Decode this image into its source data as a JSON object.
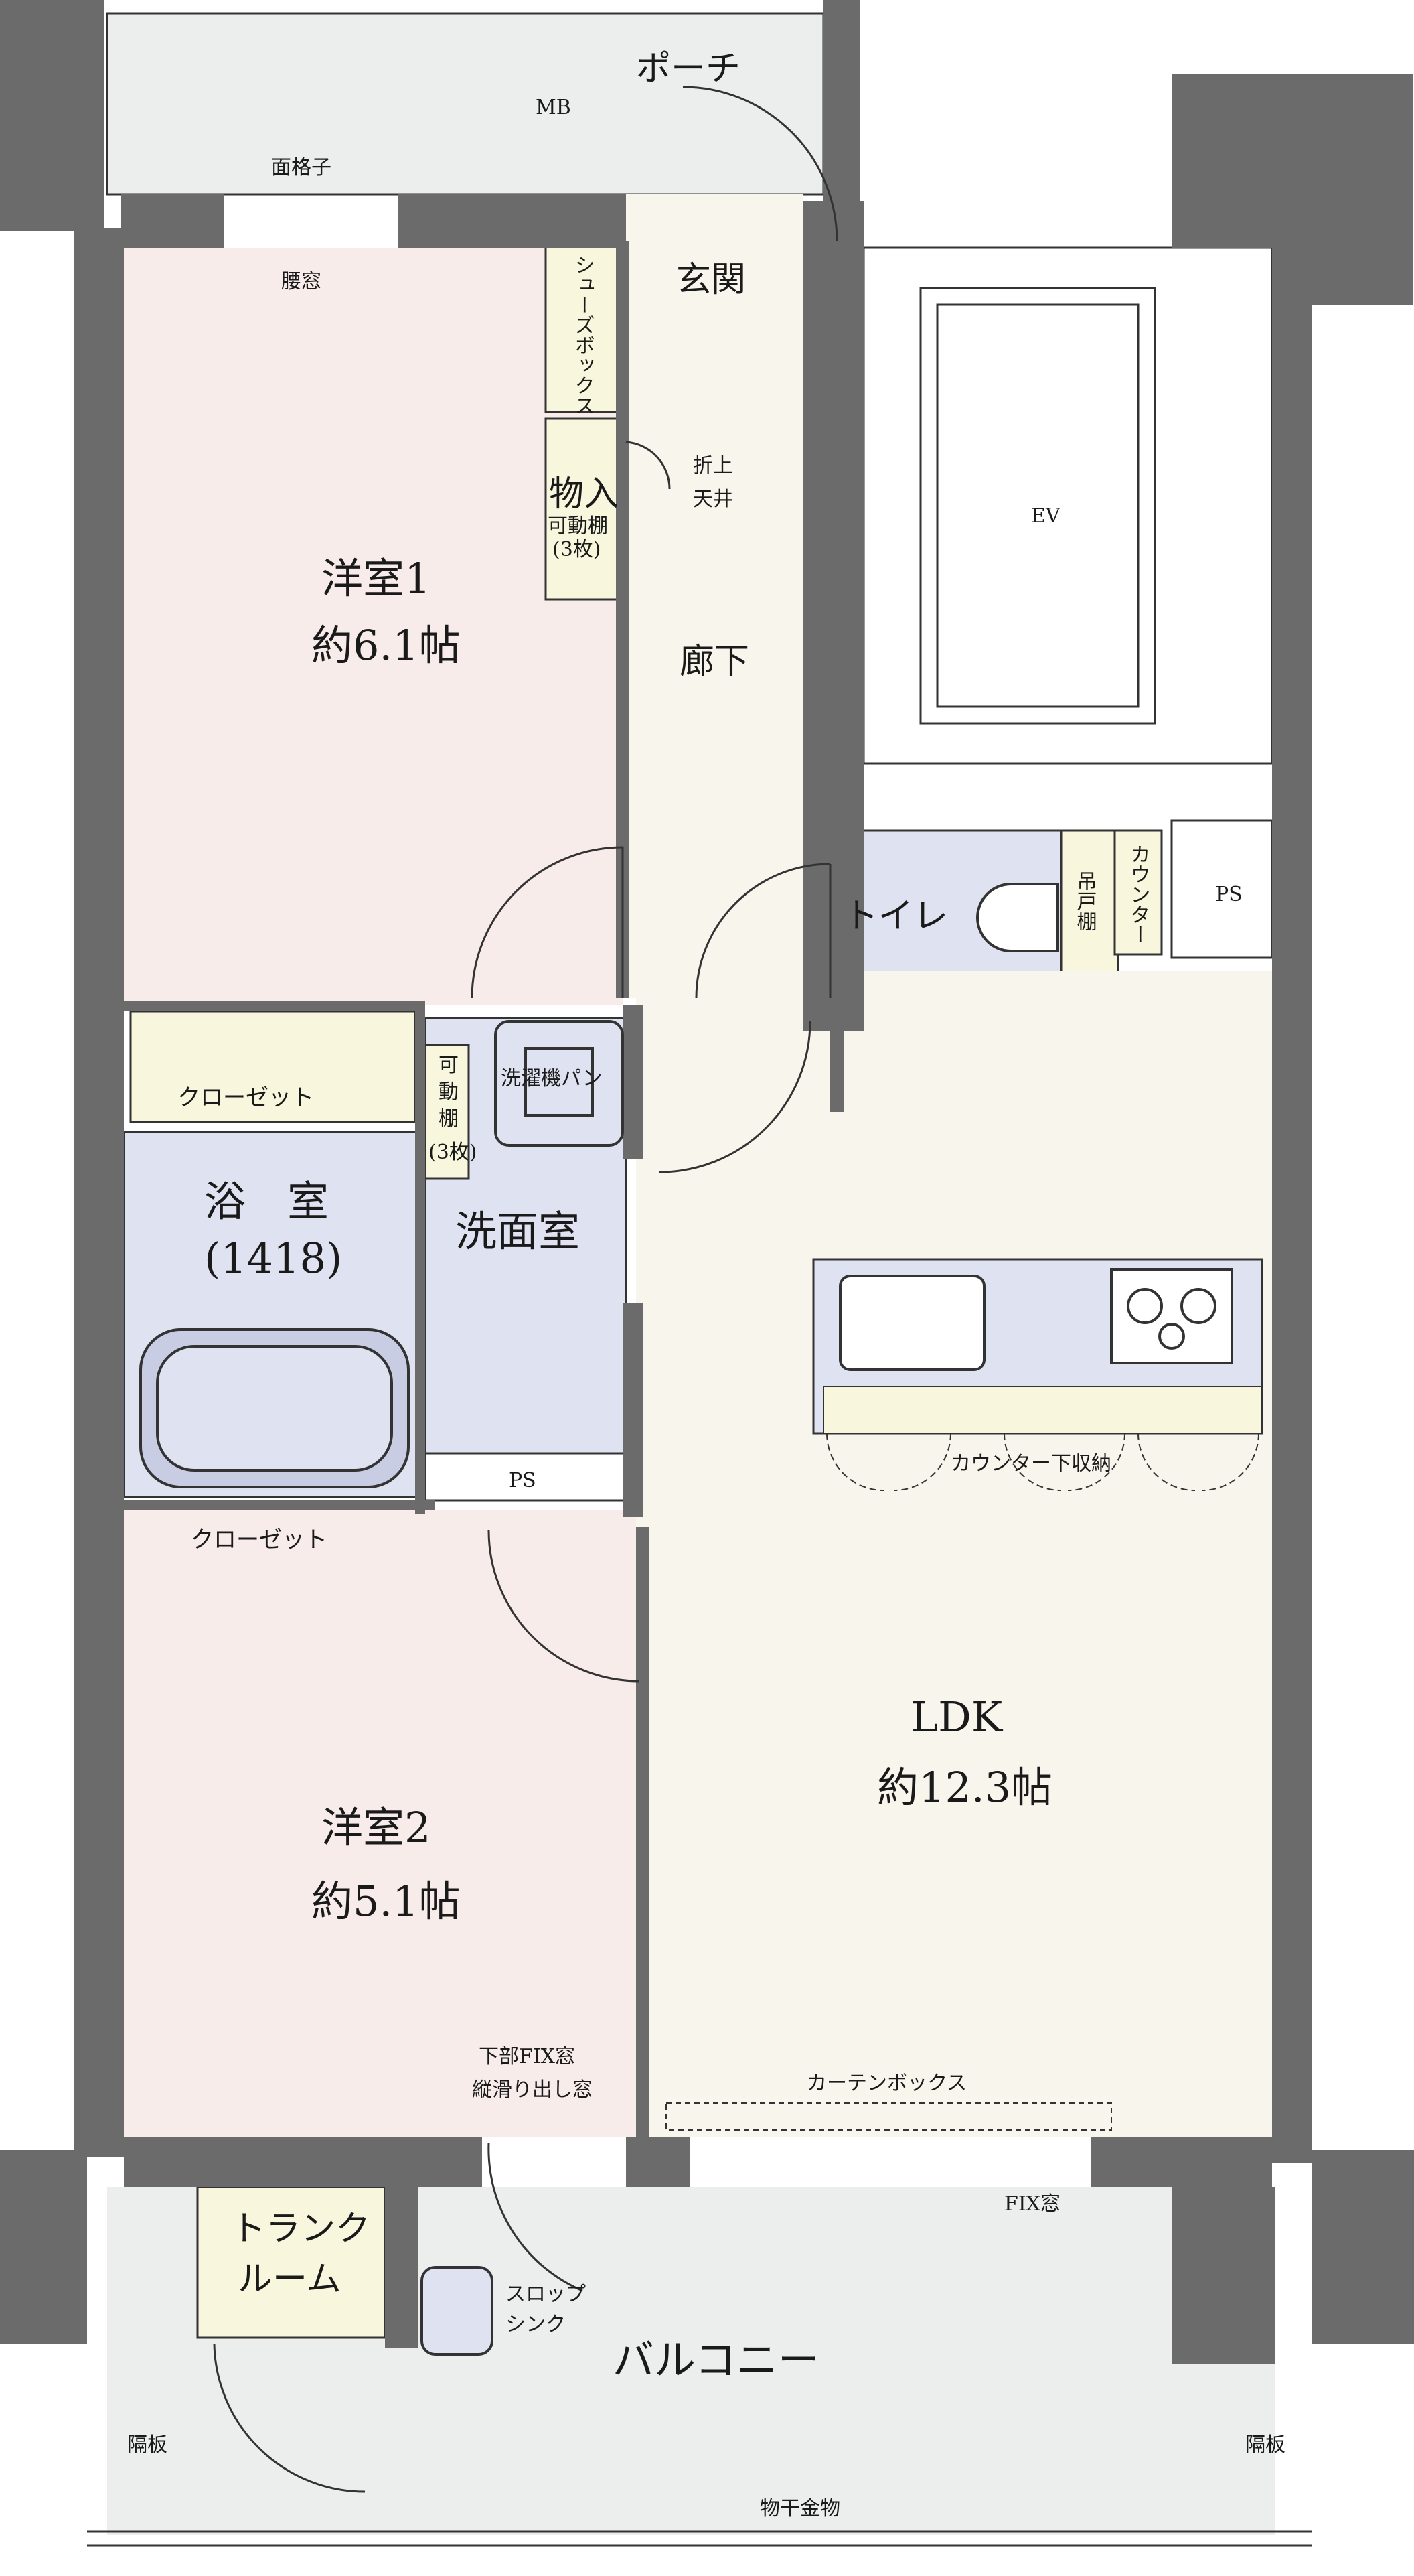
{
  "plan": {
    "rooms": {
      "western1": {
        "name": "洋室1",
        "size": "約6.1帖"
      },
      "western2": {
        "name": "洋室2",
        "size": "約5.1帖"
      },
      "ldk": {
        "name": "LDK",
        "size": "約12.3帖"
      },
      "bath": {
        "name": "浴　室",
        "size": "(1418)"
      },
      "washroom": {
        "name": "洗面室"
      },
      "toilet": {
        "name": "トイレ"
      },
      "entrance": {
        "name": "玄関"
      },
      "hallway": {
        "name": "廊下"
      },
      "porch": {
        "name": "ポーチ"
      },
      "balcony": {
        "name": "バルコニー"
      },
      "trunk": {
        "line1": "トランク",
        "line2": "ルーム"
      }
    },
    "labels": {
      "mb": "MB",
      "ev": "EV",
      "ps_top": "PS",
      "ps_bottom": "PS",
      "lattice": "面格子",
      "waist_window": "腰窓",
      "shoe_box": "シューズボックス",
      "folded_ceiling_1": "折上",
      "folded_ceiling_2": "天井",
      "storage": "物入",
      "movable_shelf_storage": "可動棚",
      "shelf_count_storage": "(3枚)",
      "movable_shelf_wash_1": "可",
      "movable_shelf_wash_2": "動",
      "movable_shelf_wash_3": "棚",
      "shelf_count_wash": "(3枚)",
      "closet1": "クローゼット",
      "closet2": "クローゼット",
      "washer_pan": "洗濯機パン",
      "hanging_shelf": "吊戸棚",
      "counter": "カウンター",
      "under_counter": "カウンター下収納",
      "curtain_box": "カーテンボックス",
      "fix_window_top1": "下部FIX窓",
      "fix_window_top2": "縦滑り出し窓",
      "fix_window": "FIX窓",
      "slop_sink1": "スロップ",
      "slop_sink2": "シンク",
      "partition_left": "隔板",
      "partition_right": "隔板",
      "clothes_hanger": "物干金物"
    },
    "colors": {
      "wall": "#6b6b6b",
      "western": "#f7ecea",
      "ldk": "#f8f5ed",
      "bath": "#dfe2f0",
      "storage": "#f8f6dc",
      "balcony": "#eceeed",
      "porch": "#eceeed"
    }
  }
}
